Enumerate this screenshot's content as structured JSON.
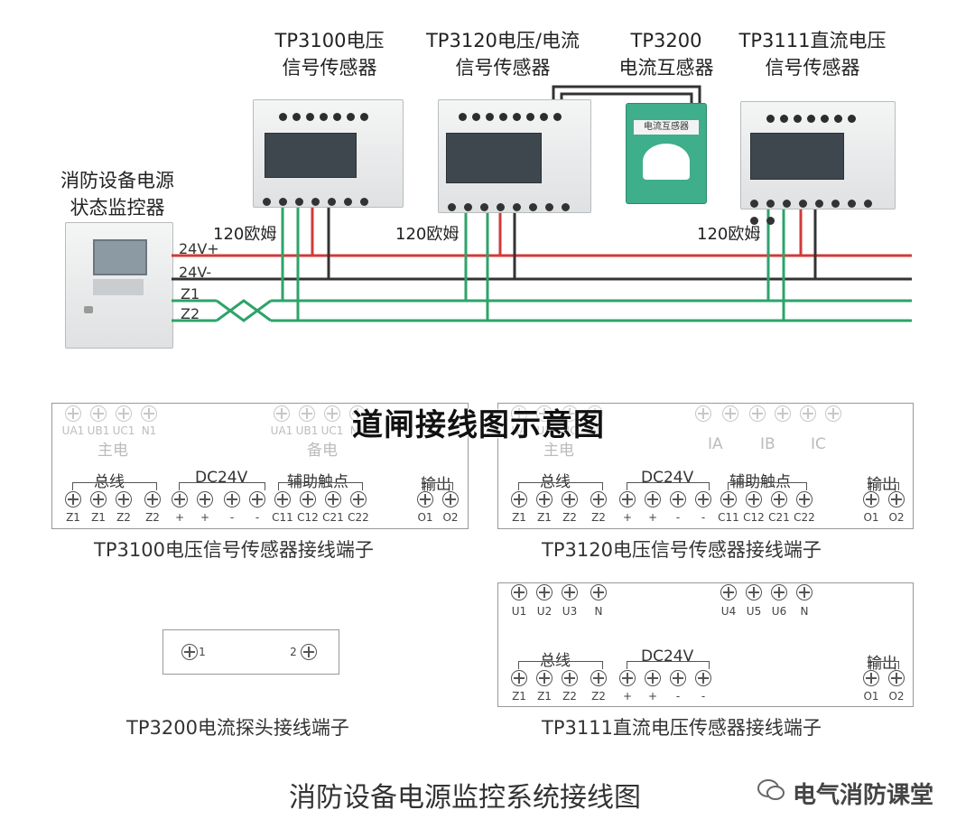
{
  "top_labels": {
    "tp3100": [
      "TP3100电压",
      "信号传感器"
    ],
    "tp3120": [
      "TP3120电压/电流",
      "信号传感器"
    ],
    "tp3200": [
      "TP3200",
      "电流互感器"
    ],
    "tp3111": [
      "TP3111直流电压",
      "信号传感器"
    ],
    "monitor": [
      "消防设备电源",
      "状态监控器"
    ]
  },
  "resistor_labels": [
    "120欧姆",
    "120欧姆",
    "120欧姆"
  ],
  "bus_lines": [
    {
      "label": "24V+",
      "color": "#d23a3a"
    },
    {
      "label": "24V-",
      "color": "#333333"
    },
    {
      "label": "Z1",
      "color": "#2ea36a"
    },
    {
      "label": "Z2",
      "color": "#2ea36a"
    }
  ],
  "ct_label": "电流互感器",
  "overlay_title": "道闸接线图示意图",
  "tb_tp3100": {
    "main_labels": [
      "UA1",
      "UB1",
      "UC1",
      "N1"
    ],
    "main_group": "主电",
    "backup_labels": [
      "UA1",
      "UB1",
      "UC1",
      "N1"
    ],
    "backup_group": "备电",
    "group_bus": "总线",
    "group_dc": "DC24V",
    "group_aux": "辅助触点",
    "group_out": "输出",
    "bottom_labels": [
      "Z1",
      "Z1",
      "Z2",
      "Z2",
      "+",
      "+",
      "-",
      "-",
      "C11",
      "C12",
      "C21",
      "C22",
      "O1",
      "O2"
    ],
    "caption": "TP3100电压信号传感器接线端子"
  },
  "tb_tp3120": {
    "main_labels": [
      "UA",
      "UB",
      "UC",
      "N"
    ],
    "main_group": "主电",
    "ct_labels": [
      "IA",
      "IB",
      "IC"
    ],
    "group_bus": "总线",
    "group_dc": "DC24V",
    "group_aux": "辅助触点",
    "group_out": "输出",
    "bottom_labels": [
      "Z1",
      "Z1",
      "Z2",
      "Z2",
      "+",
      "+",
      "-",
      "-",
      "C11",
      "C12",
      "C21",
      "C22",
      "O1",
      "O2"
    ],
    "caption": "TP3120电压信号传感器接线端子"
  },
  "tb_tp3200": {
    "labels": [
      "1",
      "2"
    ],
    "caption": "TP3200电流探头接线端子"
  },
  "tb_tp3111": {
    "top_labels": [
      "U1",
      "U2",
      "U3",
      "N",
      "U4",
      "U5",
      "U6",
      "N"
    ],
    "group_bus": "总线",
    "group_dc": "DC24V",
    "group_out": "输出",
    "bottom_labels": [
      "Z1",
      "Z1",
      "Z2",
      "Z2",
      "+",
      "+",
      "-",
      "-",
      "O1",
      "O2"
    ],
    "caption": "TP3111直流电压传感器接线端子"
  },
  "main_caption": "消防设备电源监控系统接线图",
  "watermark": "电气消防课堂",
  "colors": {
    "red": "#d23a3a",
    "black": "#333333",
    "green": "#2ea36a",
    "device": "#e7e9ea",
    "ct": "#3fae8b"
  }
}
